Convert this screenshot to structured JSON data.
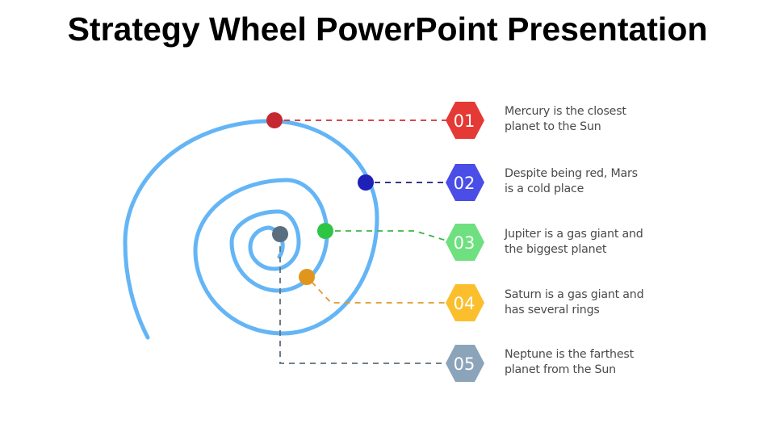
{
  "slide": {
    "title": "Strategy Wheel PowerPoint Presentation",
    "spiral_color": "#64b5f6",
    "steps": [
      {
        "number": "01",
        "hex_color": "#e53935",
        "dot_color": "#c62832",
        "line_color": "#d32f2f",
        "description_lines": [
          "Mercury is the closest",
          "planet to the Sun"
        ]
      },
      {
        "number": "02",
        "hex_color": "#4a4de6",
        "dot_color": "#1f20b8",
        "line_color": "#1a1a7a",
        "description_lines": [
          "Despite being red, Mars",
          "is a cold place"
        ]
      },
      {
        "number": "03",
        "hex_color": "#6ee07f",
        "dot_color": "#2ec545",
        "line_color": "#3cb54a",
        "description_lines": [
          "Jupiter is a gas giant and",
          "the biggest planet"
        ]
      },
      {
        "number": "04",
        "hex_color": "#fbbf2e",
        "dot_color": "#e0961c",
        "line_color": "#e09a2a",
        "description_lines": [
          "Saturn is a gas giant and",
          "has several rings"
        ]
      },
      {
        "number": "05",
        "hex_color": "#8ca4ba",
        "dot_color": "#5a6e7e",
        "line_color": "#5f6f7c",
        "description_lines": [
          "Neptune is the farthest",
          "planet from the Sun"
        ]
      }
    ]
  }
}
